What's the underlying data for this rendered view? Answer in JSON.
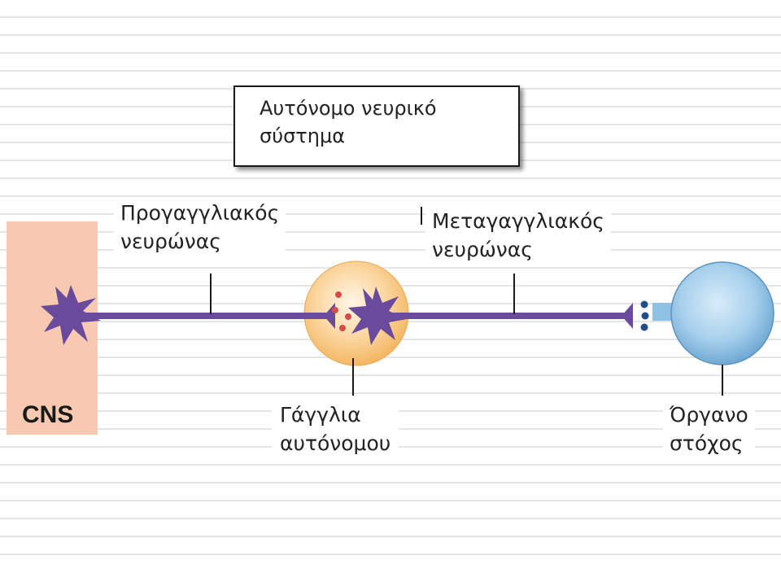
{
  "title": {
    "line1": "Αυτόνομο νευρικό",
    "line2": "σύστημα"
  },
  "labels": {
    "preganglionic": {
      "line1": "Προγαγγλιακός",
      "line2": "νευρώνας"
    },
    "postganglionic": {
      "line1": "Μεταγαγγλιακός",
      "line2": "νευρώνας"
    },
    "ganglion": {
      "line1": "Γάγγλια",
      "line2": "αυτόνομου"
    },
    "target": {
      "line1": "Όργανο",
      "line2": "στόχος"
    },
    "cns": "CNS"
  },
  "colors": {
    "neuron": "#6a4a9c",
    "cns_region": "#f7c9b0",
    "ganglion_fill": "#f7c07a",
    "target_fill": "#8ec1e3",
    "vesicle_red": "#d94a4a",
    "vesicle_blue": "#1f4e8a"
  }
}
